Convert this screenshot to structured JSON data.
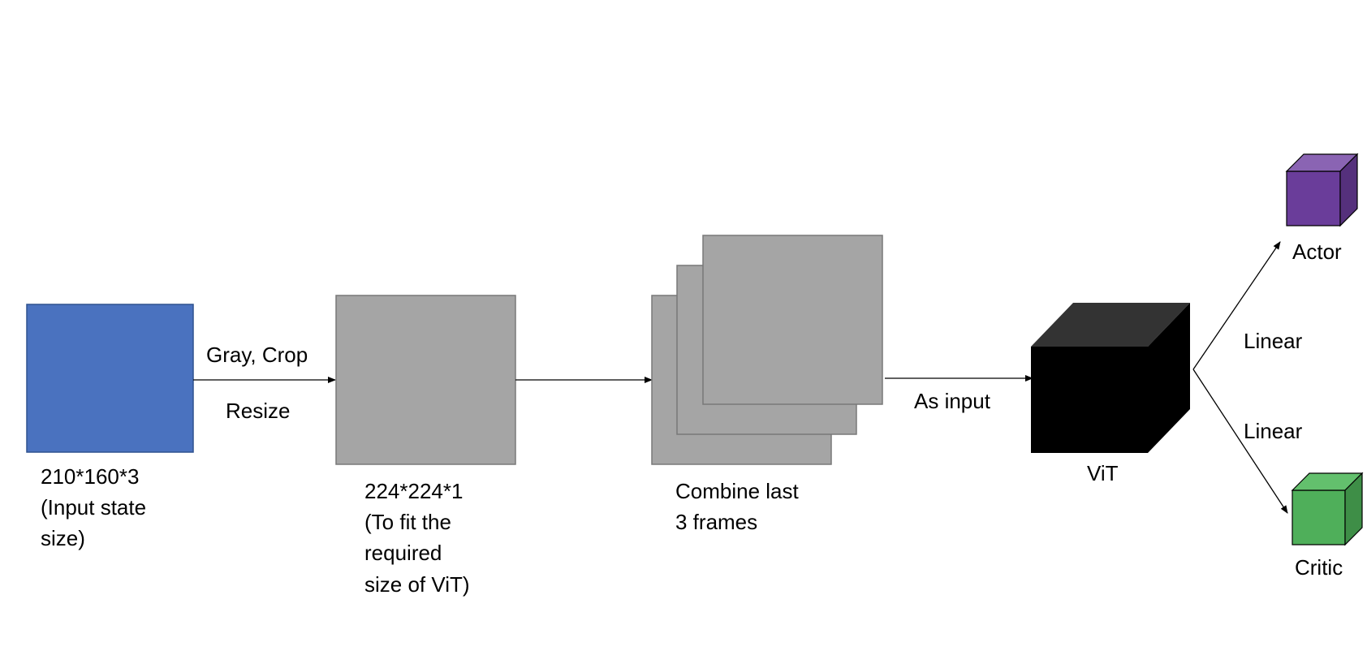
{
  "colors": {
    "input_block": "#4a72bf",
    "input_block_border": "#2f528f",
    "frame_gray": "#a5a5a5",
    "frame_border": "#787878",
    "vit_front": "#000000",
    "vit_top": "#333333",
    "actor_front": "#6a3d9a",
    "actor_top": "#8a64b3",
    "actor_side": "#55307c",
    "critic_front": "#4faf5a",
    "critic_top": "#63c06d",
    "critic_side": "#3e8e47"
  },
  "icons": [
    "input-state-block",
    "preprocessed-frame-block",
    "stacked-frames",
    "vit-cube",
    "actor-cube",
    "critic-cube"
  ],
  "labels": {
    "input_size_line1": "210*160*3",
    "input_size_line2": "(Input state",
    "input_size_line3": "size)",
    "step1_line1": "Gray, Crop",
    "step1_line2": "Resize",
    "resized_line1": "224*224*1",
    "resized_line2": "(To fit the",
    "resized_line3": "required",
    "resized_line4": "size of ViT)",
    "frames_line1": "Combine last",
    "frames_line2": "3 frames",
    "as_input": "As input",
    "vit": "ViT",
    "linear_top": "Linear",
    "linear_bottom": "Linear",
    "actor": "Actor",
    "critic": "Critic"
  }
}
